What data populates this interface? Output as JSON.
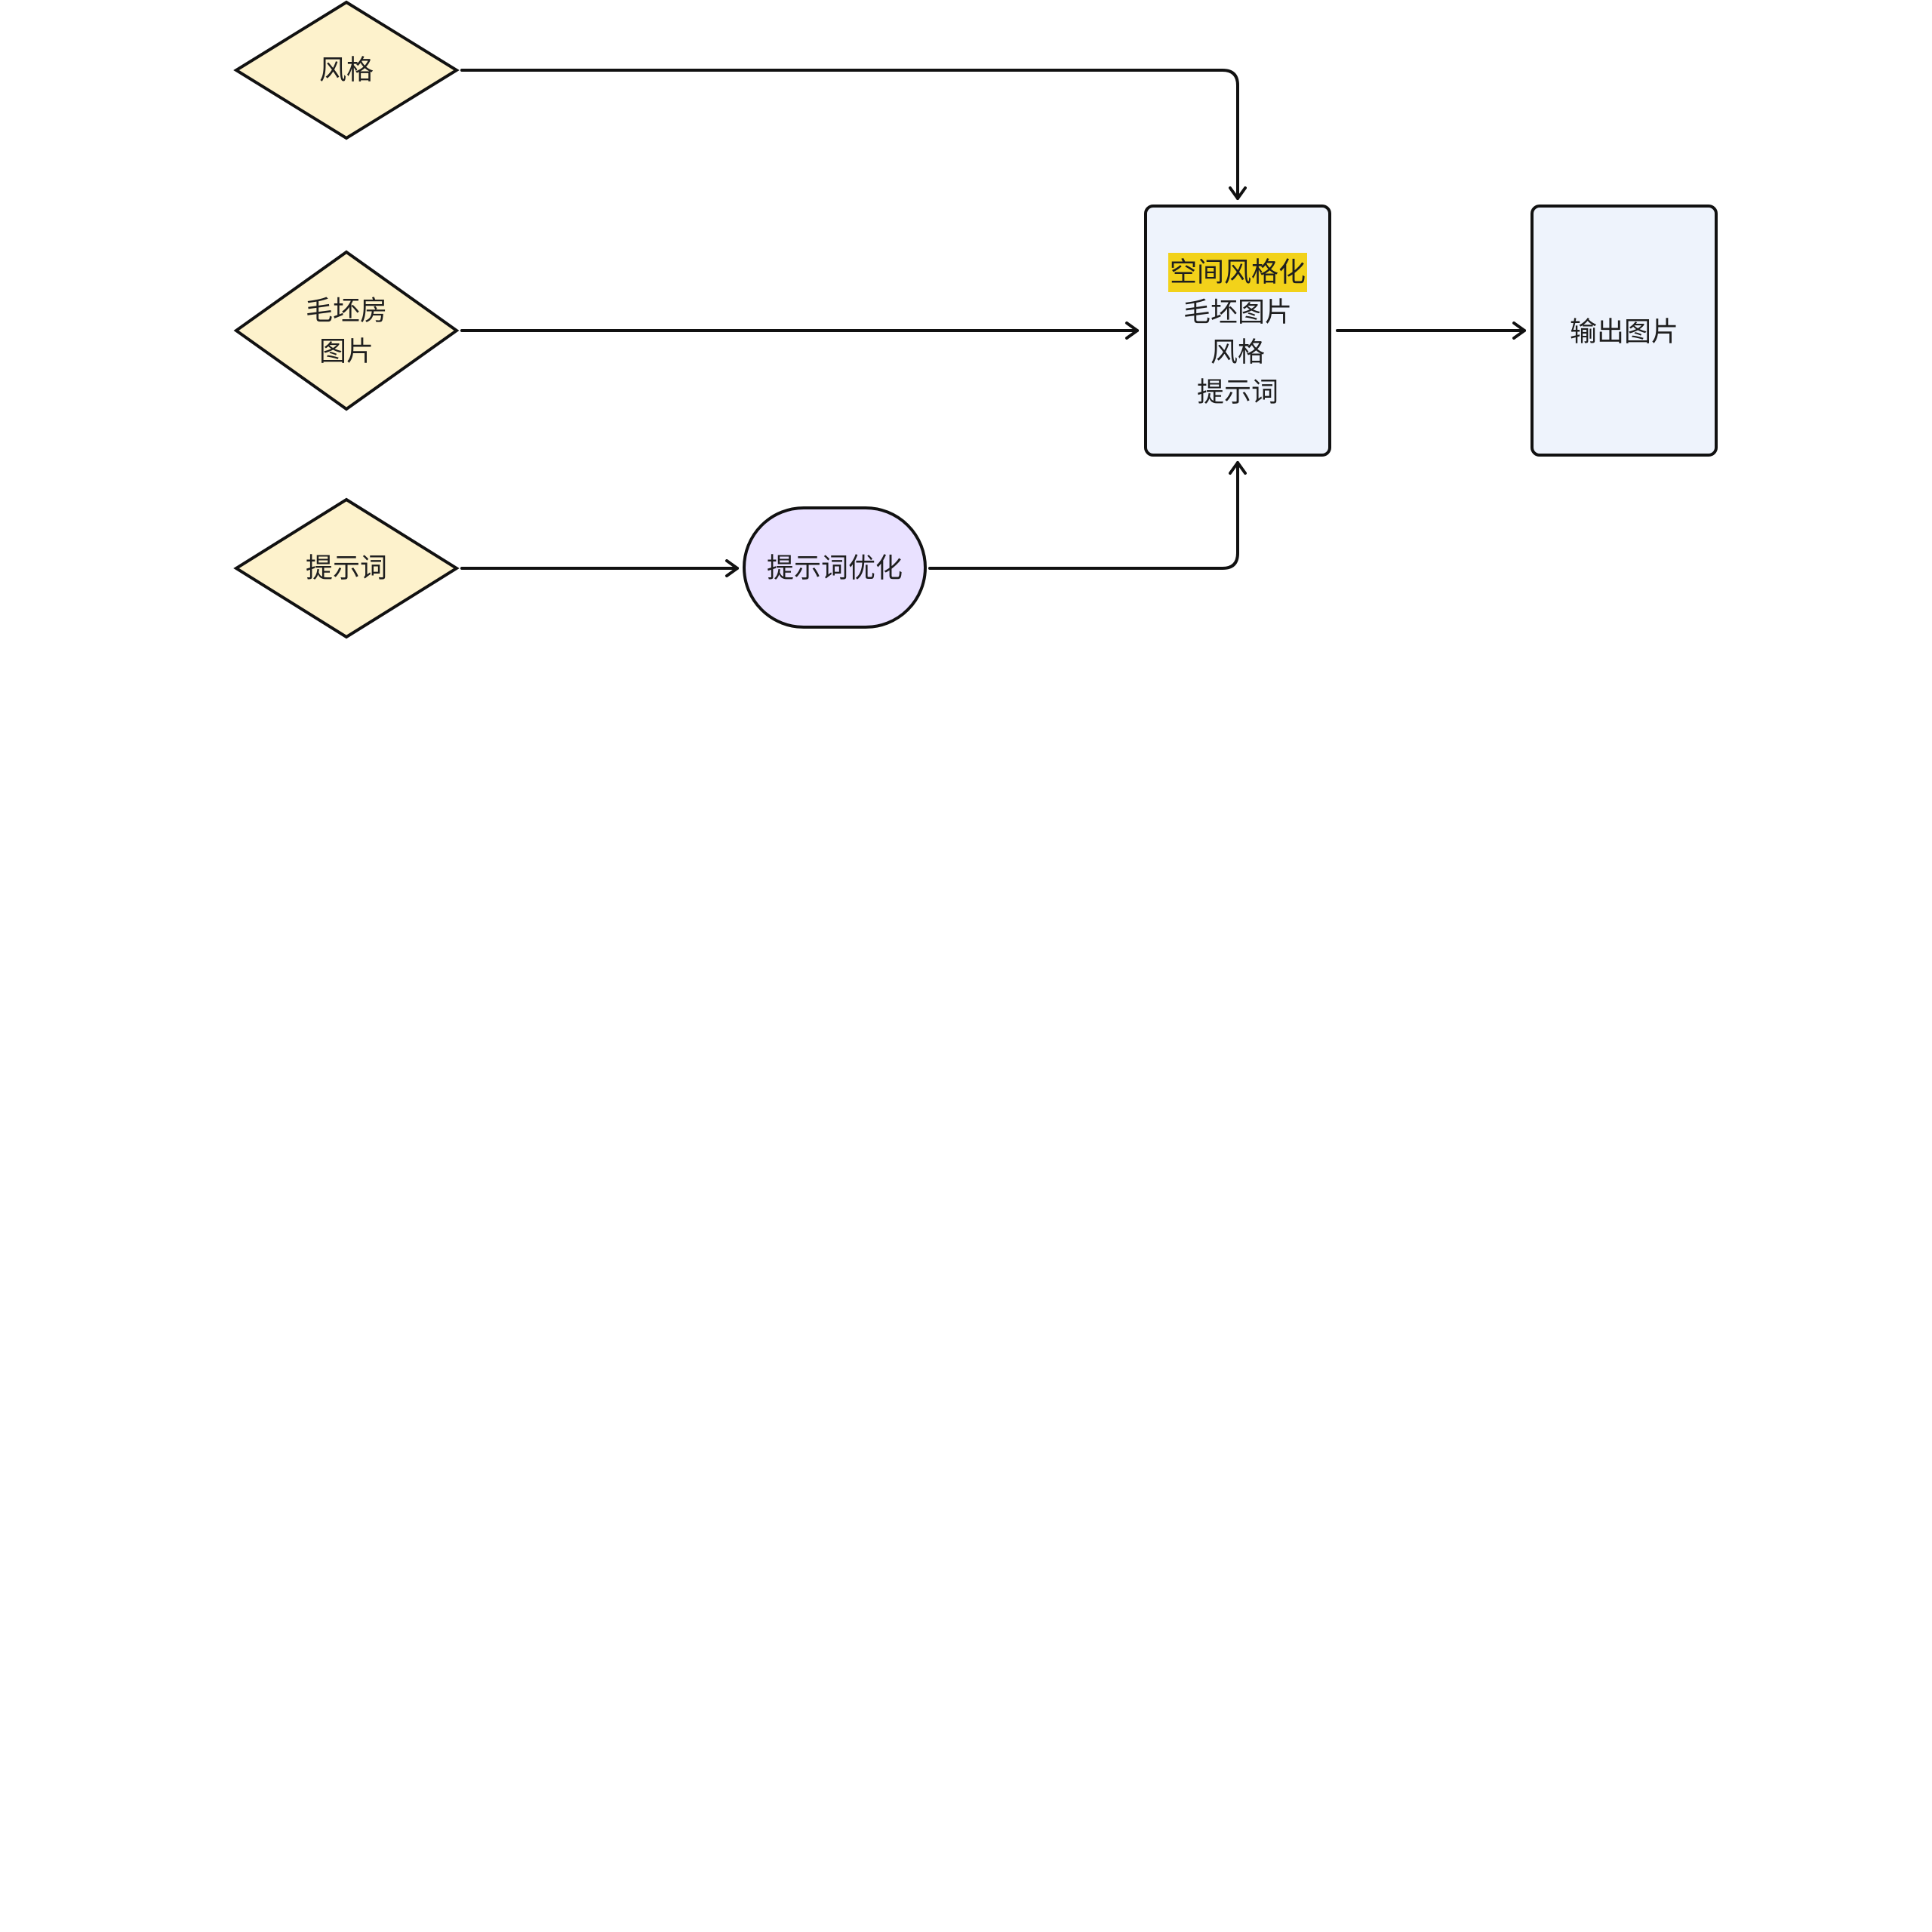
{
  "colors": {
    "diamond_fill": "#fdf2cc",
    "process_fill": "#eef3fc",
    "terminal_fill": "#e9e1ff",
    "highlight": "#f2d21a",
    "stroke": "#111111",
    "text": "#1f1f1f"
  },
  "nodes": {
    "style_input": {
      "shape": "diamond",
      "lines": [
        "风格"
      ]
    },
    "raw_room_input": {
      "shape": "diamond",
      "lines": [
        "毛坯房",
        "图片"
      ]
    },
    "prompt_input": {
      "shape": "diamond",
      "lines": [
        "提示词"
      ]
    },
    "prompt_optimize": {
      "shape": "stadium",
      "lines": [
        "提示词优化"
      ]
    },
    "space_stylize": {
      "shape": "rectangle",
      "title": "空间风格化",
      "title_highlighted": true,
      "lines": [
        "毛坯图片",
        "风格",
        "提示词"
      ]
    },
    "output_image": {
      "shape": "rectangle",
      "lines": [
        "输出图片"
      ]
    }
  },
  "edges": [
    {
      "from": "style_input",
      "to": "space_stylize"
    },
    {
      "from": "raw_room_input",
      "to": "space_stylize"
    },
    {
      "from": "prompt_input",
      "to": "prompt_optimize"
    },
    {
      "from": "prompt_optimize",
      "to": "space_stylize"
    },
    {
      "from": "space_stylize",
      "to": "output_image"
    }
  ]
}
